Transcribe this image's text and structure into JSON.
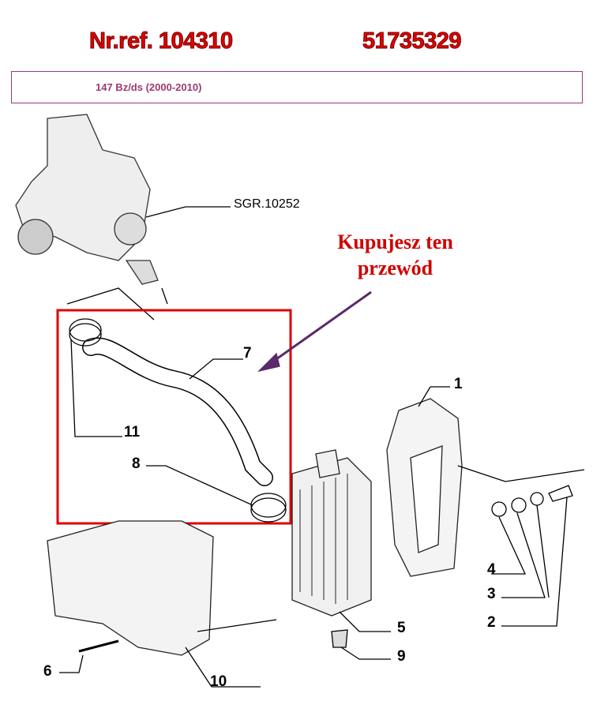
{
  "header": {
    "ref_number": "Nr.ref. 104310",
    "part_number": "51735329"
  },
  "model": "147 Bz/ds (2000-2010)",
  "callout": {
    "line1": "Kupujesz ten",
    "line2": "przewód",
    "color": "#d00000"
  },
  "diagram": {
    "group_ref": "SGR.10252",
    "part_labels": [
      "7",
      "1",
      "11",
      "8",
      "4",
      "3",
      "2",
      "5",
      "9",
      "6",
      "10"
    ]
  }
}
